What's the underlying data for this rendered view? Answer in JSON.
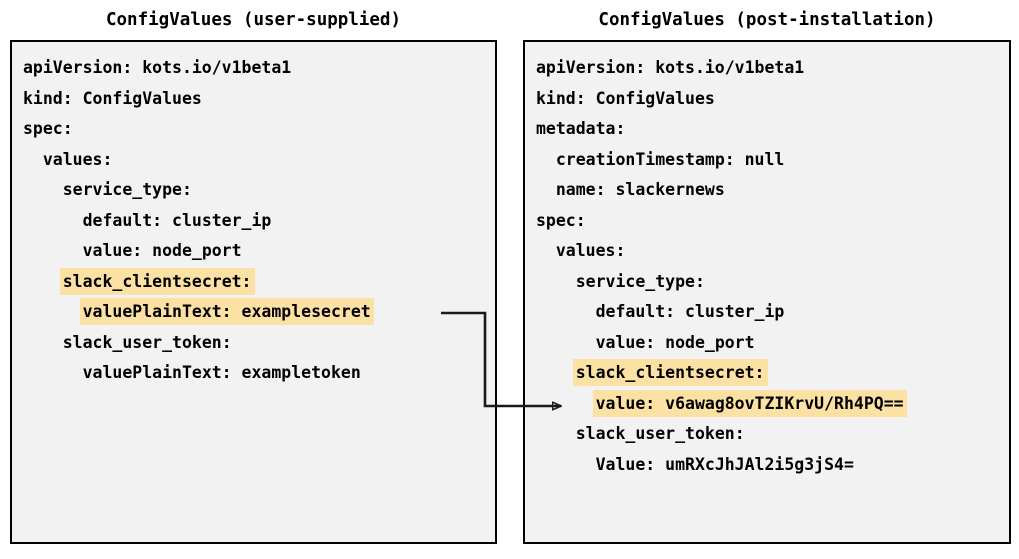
{
  "panels": [
    {
      "title": "ConfigValues (user-supplied)",
      "lines": [
        {
          "text": "apiVersion: kots.io/v1beta1",
          "highlight": false
        },
        {
          "text": "kind: ConfigValues",
          "highlight": false
        },
        {
          "text": "spec:",
          "highlight": false
        },
        {
          "text": "  values:",
          "highlight": false
        },
        {
          "text": "    service_type:",
          "highlight": false
        },
        {
          "text": "      default: cluster_ip",
          "highlight": false
        },
        {
          "text": "      value: node_port",
          "highlight": false
        },
        {
          "text": "    slack_clientsecret:",
          "highlight": true
        },
        {
          "text": "      valuePlainText: examplesecret",
          "highlight": true
        },
        {
          "text": "    slack_user_token:",
          "highlight": false
        },
        {
          "text": "      valuePlainText: exampletoken",
          "highlight": false
        }
      ]
    },
    {
      "title": "ConfigValues (post-installation)",
      "lines": [
        {
          "text": "apiVersion: kots.io/v1beta1",
          "highlight": false
        },
        {
          "text": "kind: ConfigValues",
          "highlight": false
        },
        {
          "text": "metadata:",
          "highlight": false
        },
        {
          "text": "  creationTimestamp: null",
          "highlight": false
        },
        {
          "text": "  name: slackernews",
          "highlight": false
        },
        {
          "text": "spec:",
          "highlight": false
        },
        {
          "text": "  values:",
          "highlight": false
        },
        {
          "text": "    service_type:",
          "highlight": false
        },
        {
          "text": "      default: cluster_ip",
          "highlight": false
        },
        {
          "text": "      value: node_port",
          "highlight": false
        },
        {
          "text": "    slack_clientsecret:",
          "highlight": true
        },
        {
          "text": "      value: v6awag8ovTZIKrvU/Rh4PQ==",
          "highlight": true
        },
        {
          "text": "    slack_user_token:",
          "highlight": false
        },
        {
          "text": "      Value: umRXcJhJAl2i5g3jS4=",
          "highlight": false
        }
      ]
    }
  ],
  "connector": {
    "description": "arrow from user-supplied plaintext secret to post-installation encrypted value",
    "color": "#1a1a1a"
  },
  "colors": {
    "highlight": "#fce1a4",
    "panel_background": "#f2f2f2",
    "panel_border": "#000000",
    "text": "#000000"
  }
}
